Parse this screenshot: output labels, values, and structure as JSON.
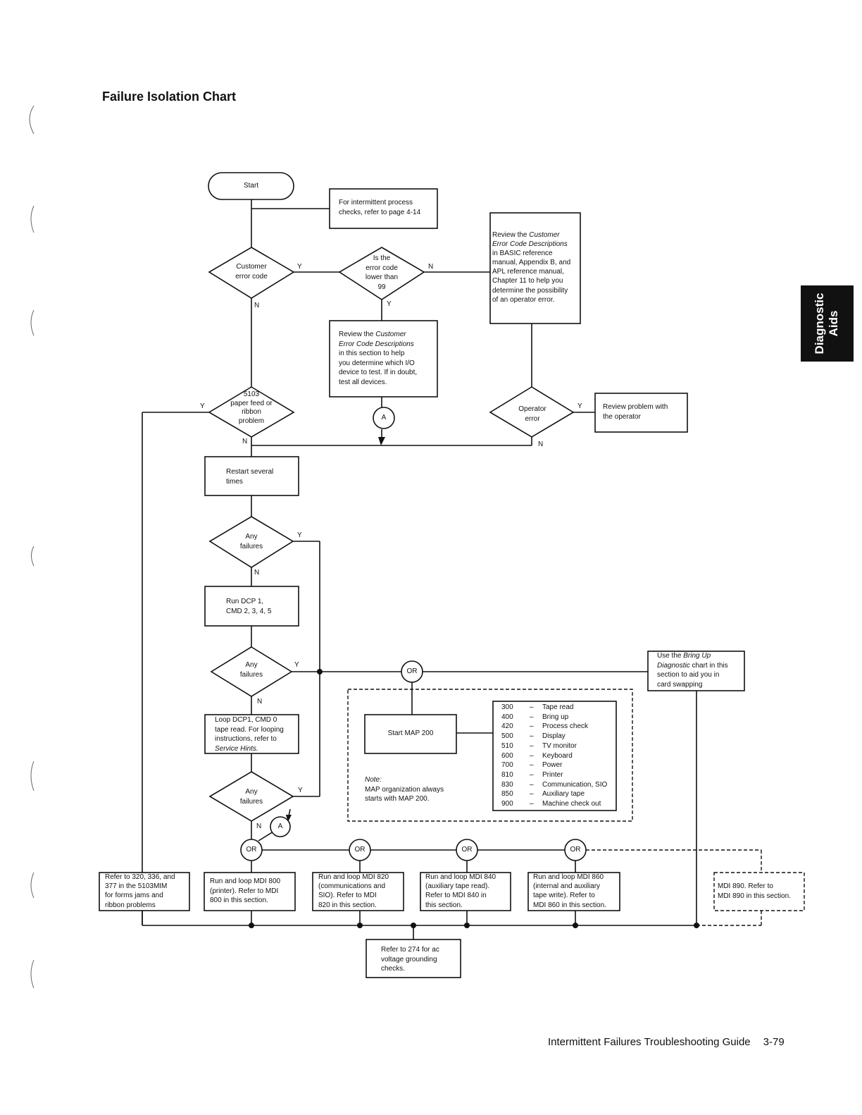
{
  "title": "Failure Isolation Chart",
  "footer": {
    "text": "Intermittent Failures Troubleshooting Guide",
    "page": "3-79"
  },
  "side_tab": {
    "line1": "Diagnostic",
    "line2": "Aids"
  },
  "nodes": {
    "start": "Start",
    "intermittent_note": [
      "For intermittent process",
      "checks, refer to page 4-14"
    ],
    "customer_error_code": [
      "Customer",
      "error code"
    ],
    "error_code_lower": [
      "Is the",
      "error code",
      "lower than",
      "99"
    ],
    "review_customer_error_basic": {
      "l1": "Review the ",
      "l1i": "Customer",
      "l2i": "Error Code Descriptions",
      "l3": "in BASIC reference",
      "l4": "manual, Appendix B, and",
      "l5": "APL reference manual,",
      "l6": "Chapter 11 to help you",
      "l7": "determine the possibility",
      "l8": "of an operator error."
    },
    "review_customer_error_section": {
      "l1": "Review the ",
      "l1i": "Customer",
      "l2i": "Error Code Descriptions",
      "l3": "in this section to help",
      "l4": "you determine which I/O",
      "l5": "device to test.  If in doubt,",
      "l6": "test all devices."
    },
    "paper_feed": [
      "5103",
      "paper feed or",
      "ribbon",
      "problem"
    ],
    "operator_error": [
      "Operator",
      "error"
    ],
    "review_with_operator": [
      "Review problem with",
      "the operator"
    ],
    "restart": [
      "Restart several",
      "times"
    ],
    "any_failures_1": [
      "Any",
      "failures"
    ],
    "run_dcp": [
      "Run DCP 1,",
      "CMD 2, 3, 4, 5"
    ],
    "any_failures_2": [
      "Any",
      "failures"
    ],
    "loop_dcp": {
      "l1": "Loop DCP1, CMD 0",
      "l2": "tape read.  For looping",
      "l3": "instructions, refer to",
      "l4i": "Service Hints."
    },
    "any_failures_3": [
      "Any",
      "failures"
    ],
    "bring_up": {
      "l1": "Use the ",
      "l1i": "Bring Up",
      "l2i": "Diagnostic",
      "l2": " chart in this",
      "l3": "section to aid you in",
      "l4": "card swapping"
    },
    "start_map": "Start MAP 200",
    "note_label": "Note:",
    "note_text": [
      "MAP organization always",
      "starts with MAP 200."
    ],
    "refer_forms": [
      "Refer to 320, 336, and",
      "377 in the 5103MIM",
      "for forms jams and",
      "ribbon problems"
    ],
    "mdi_800": [
      "Run and loop MDI 800",
      "(printer).  Refer to MDI",
      "800 in this section."
    ],
    "mdi_820": [
      "Run and loop MDI 820",
      "(communications and",
      "SIO).  Refer to MDI",
      "820 in this section."
    ],
    "mdi_840": [
      "Run and loop MDI 840",
      "(auxiliary tape read).",
      "Refer to MDI 840 in",
      "this section."
    ],
    "mdi_860": [
      "Run and loop MDI 860",
      "(internal and auxiliary",
      "tape write).  Refer to",
      "MDI 860 in this  section."
    ],
    "mdi_890": [
      "MDI 890.  Refer to",
      "MDI 890 in this section."
    ],
    "refer_274": [
      "Refer to 274 for ac",
      "voltage grounding",
      "checks."
    ]
  },
  "map_table": [
    {
      "code": "300",
      "desc": "Tape read"
    },
    {
      "code": "400",
      "desc": "Bring up"
    },
    {
      "code": "420",
      "desc": "Process check"
    },
    {
      "code": "500",
      "desc": "Display"
    },
    {
      "code": "510",
      "desc": "TV monitor"
    },
    {
      "code": "600",
      "desc": "Keyboard"
    },
    {
      "code": "700",
      "desc": "Power"
    },
    {
      "code": "810",
      "desc": "Printer"
    },
    {
      "code": "830",
      "desc": "Communication, SIO"
    },
    {
      "code": "850",
      "desc": "Auxiliary tape"
    },
    {
      "code": "900",
      "desc": "Machine check out"
    }
  ],
  "map_dash": "–",
  "connector": "A",
  "or_label": "OR",
  "branch": {
    "yes": "Y",
    "no": "N"
  }
}
